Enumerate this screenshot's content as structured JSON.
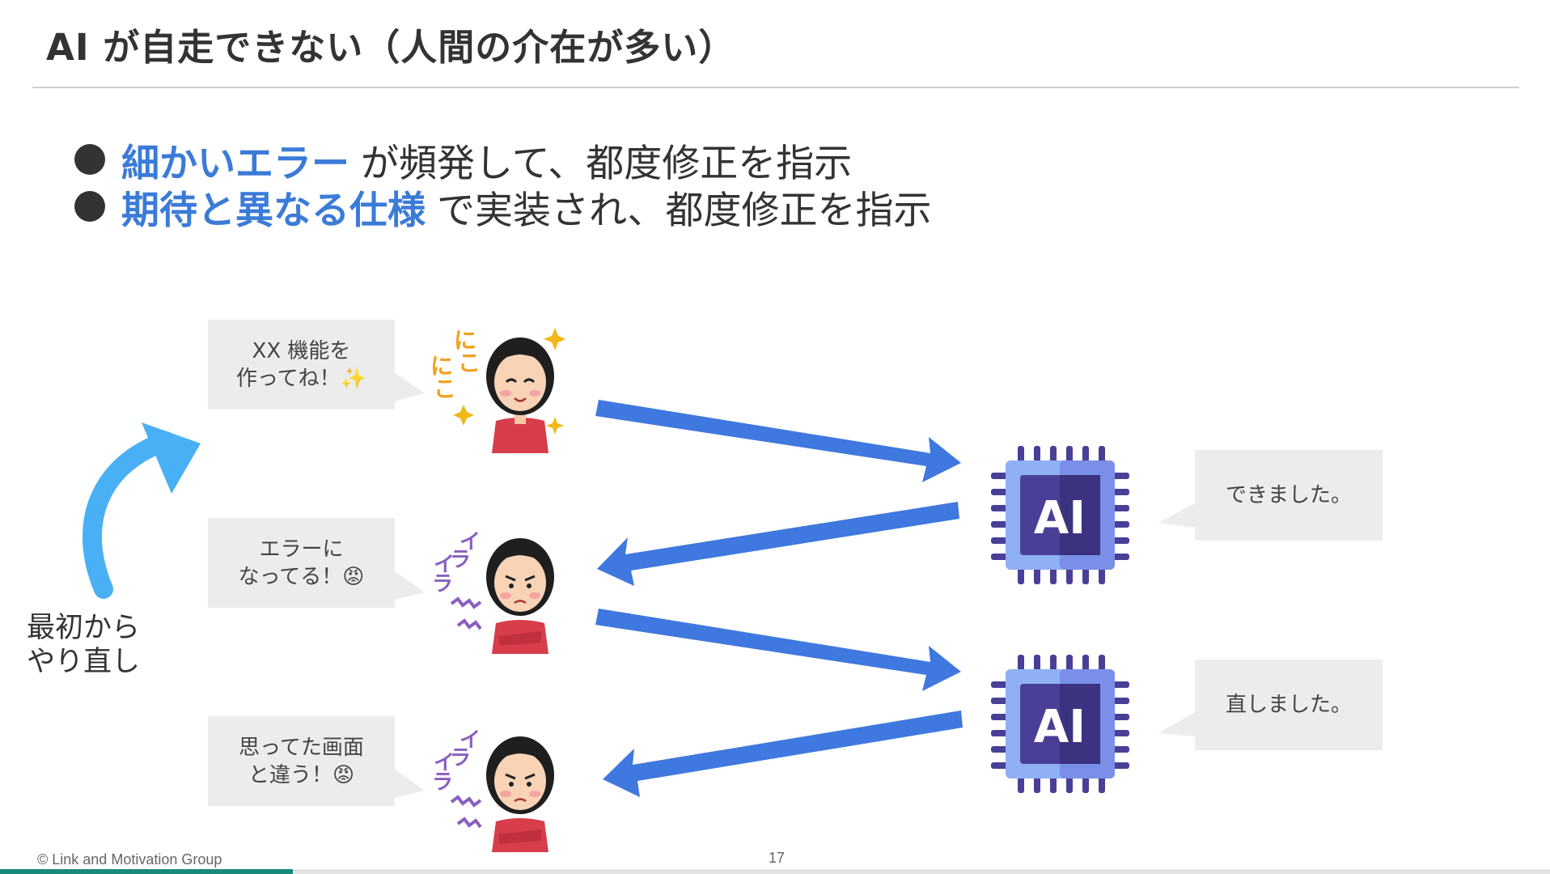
{
  "slide": {
    "title": "AI が自走できない（人間の介在が多い）",
    "bullets": [
      {
        "highlight": "細かいエラー",
        "rest": "が頻発して、都度修正を指示"
      },
      {
        "highlight": "期待と異なる仕様",
        "rest": "で実装され、都度修正を指示"
      }
    ],
    "human_bubbles": [
      {
        "line1": "XX 機能を",
        "line2": "作ってね！✨"
      },
      {
        "line1": "エラーに",
        "line2": "なってる！😡"
      },
      {
        "line1": "思ってた画面",
        "line2": "と違う！😡"
      }
    ],
    "ai_bubbles": [
      {
        "text": "できました。"
      },
      {
        "text": "直しました。"
      }
    ],
    "chip_label": "AI",
    "mood_text": {
      "happy": [
        "に",
        "こ",
        "に",
        "こ"
      ],
      "angry": [
        "イ",
        "ラ",
        "イ",
        "ラ"
      ]
    },
    "restart_label": {
      "line1": "最初から",
      "line2": "やり直し"
    },
    "footer": {
      "copyright": "© Link and Motivation Group",
      "page": "17"
    }
  },
  "colors": {
    "accent_blue": "#3b7bd8",
    "arrow_blue": "#3f78de",
    "restart_arrow": "#4ab0f5",
    "chip_dark": "#4a3f96",
    "chip_light": "#8fb0f5",
    "footer_accent": "#1a8a7a"
  }
}
